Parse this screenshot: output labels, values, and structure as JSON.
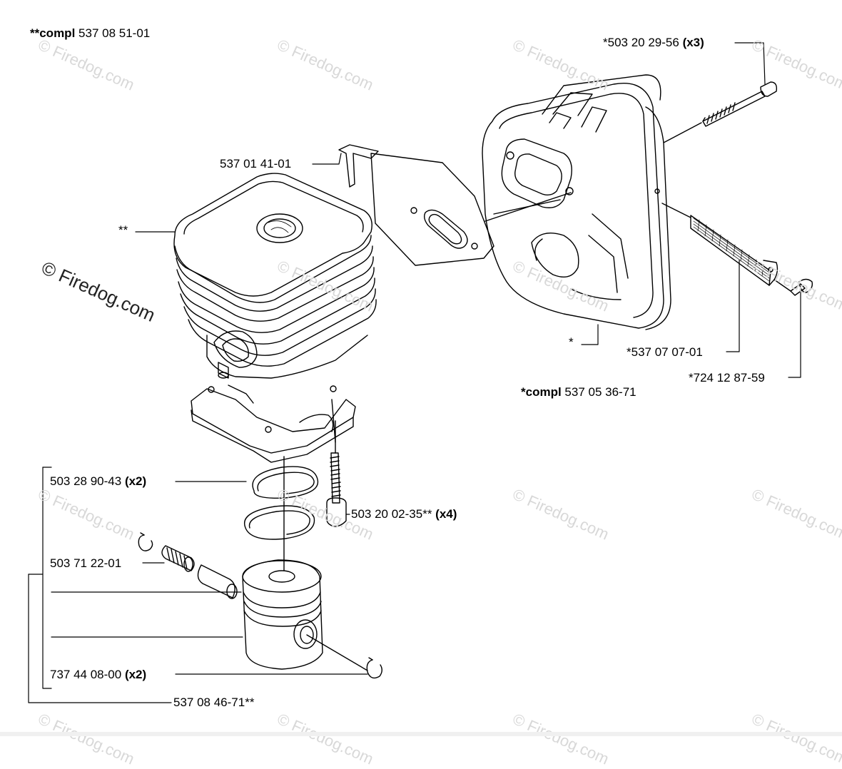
{
  "watermark": "© Firedog.com",
  "labels": {
    "compl_cylinder_prefix": "**compl",
    "compl_cylinder_number": "537 08 51-01",
    "compl_muffler_prefix": "*compl",
    "compl_muffler_number": "537 05 36-71",
    "bolt_muffler_number": "*503 20 29-56",
    "bolt_muffler_qty": "(x3)",
    "bracket_number": "537 01 41-01",
    "cylinder_ref": "**",
    "muffler_ref": "*",
    "screen_number": "*537 07 07-01",
    "screw_number": "*724 12 87-59",
    "ring_number": "503 28 90-43",
    "ring_qty": "(x2)",
    "bolt_cylinder_number": "503 20 02-35**",
    "bolt_cylinder_qty": "(x4)",
    "bearing_number": "503 71 22-01",
    "circlip_number": "737 44 08-00",
    "circlip_qty": "(x2)",
    "piston_kit_number": "537 08 46-71**"
  }
}
